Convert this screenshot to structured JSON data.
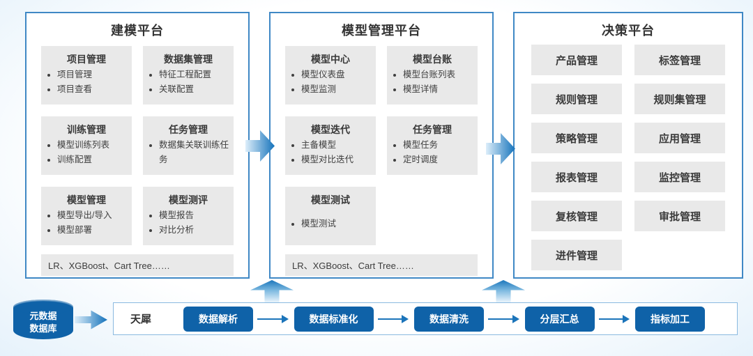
{
  "diagram": {
    "platforms": [
      {
        "title": "建模平台",
        "modules": [
          {
            "title": "项目管理",
            "items": [
              "项目管理",
              "项目查看"
            ]
          },
          {
            "title": "数据集管理",
            "items": [
              "特征工程配置",
              "关联配置"
            ]
          },
          {
            "title": "训练管理",
            "items": [
              "模型训练列表",
              "训练配置"
            ]
          },
          {
            "title": "任务管理",
            "items": [
              "数据集关联训练任务"
            ]
          },
          {
            "title": "模型管理",
            "items": [
              "模型导出/导入",
              "模型部署"
            ]
          },
          {
            "title": "模型测评",
            "items": [
              "模型报告",
              "对比分析"
            ]
          }
        ],
        "footer": "LR、XGBoost、Cart Tree……"
      },
      {
        "title": "模型管理平台",
        "modules": [
          {
            "title": "模型中心",
            "items": [
              "模型仪表盘",
              "模型监测"
            ]
          },
          {
            "title": "模型台账",
            "items": [
              "模型台账列表",
              "模型详情"
            ]
          },
          {
            "title": "模型迭代",
            "items": [
              "主备模型",
              "模型对比迭代"
            ]
          },
          {
            "title": "任务管理",
            "items": [
              "模型任务",
              "定时调度"
            ]
          },
          {
            "title": "模型测试",
            "items": [
              "模型测试"
            ]
          }
        ],
        "footer": "LR、XGBoost、Cart Tree……"
      },
      {
        "title": "决策平台",
        "buttons": [
          "产品管理",
          "标签管理",
          "规则管理",
          "规则集管理",
          "策略管理",
          "应用管理",
          "报表管理",
          "监控管理",
          "复核管理",
          "审批管理",
          "进件管理"
        ]
      }
    ],
    "data_layer": {
      "database": {
        "line1": "元数据",
        "line2": "数据库"
      },
      "engine": "天犀",
      "steps": [
        "数据解析",
        "数据标准化",
        "数据清洗",
        "分层汇总",
        "指标加工"
      ]
    },
    "colors": {
      "dark_blue": "#0f62a8",
      "panel_border": "#3f88c5",
      "card_gray": "#e9e9e9",
      "arrow_dark": "#1b76bc",
      "arrow_light": "#ddeefa"
    }
  }
}
